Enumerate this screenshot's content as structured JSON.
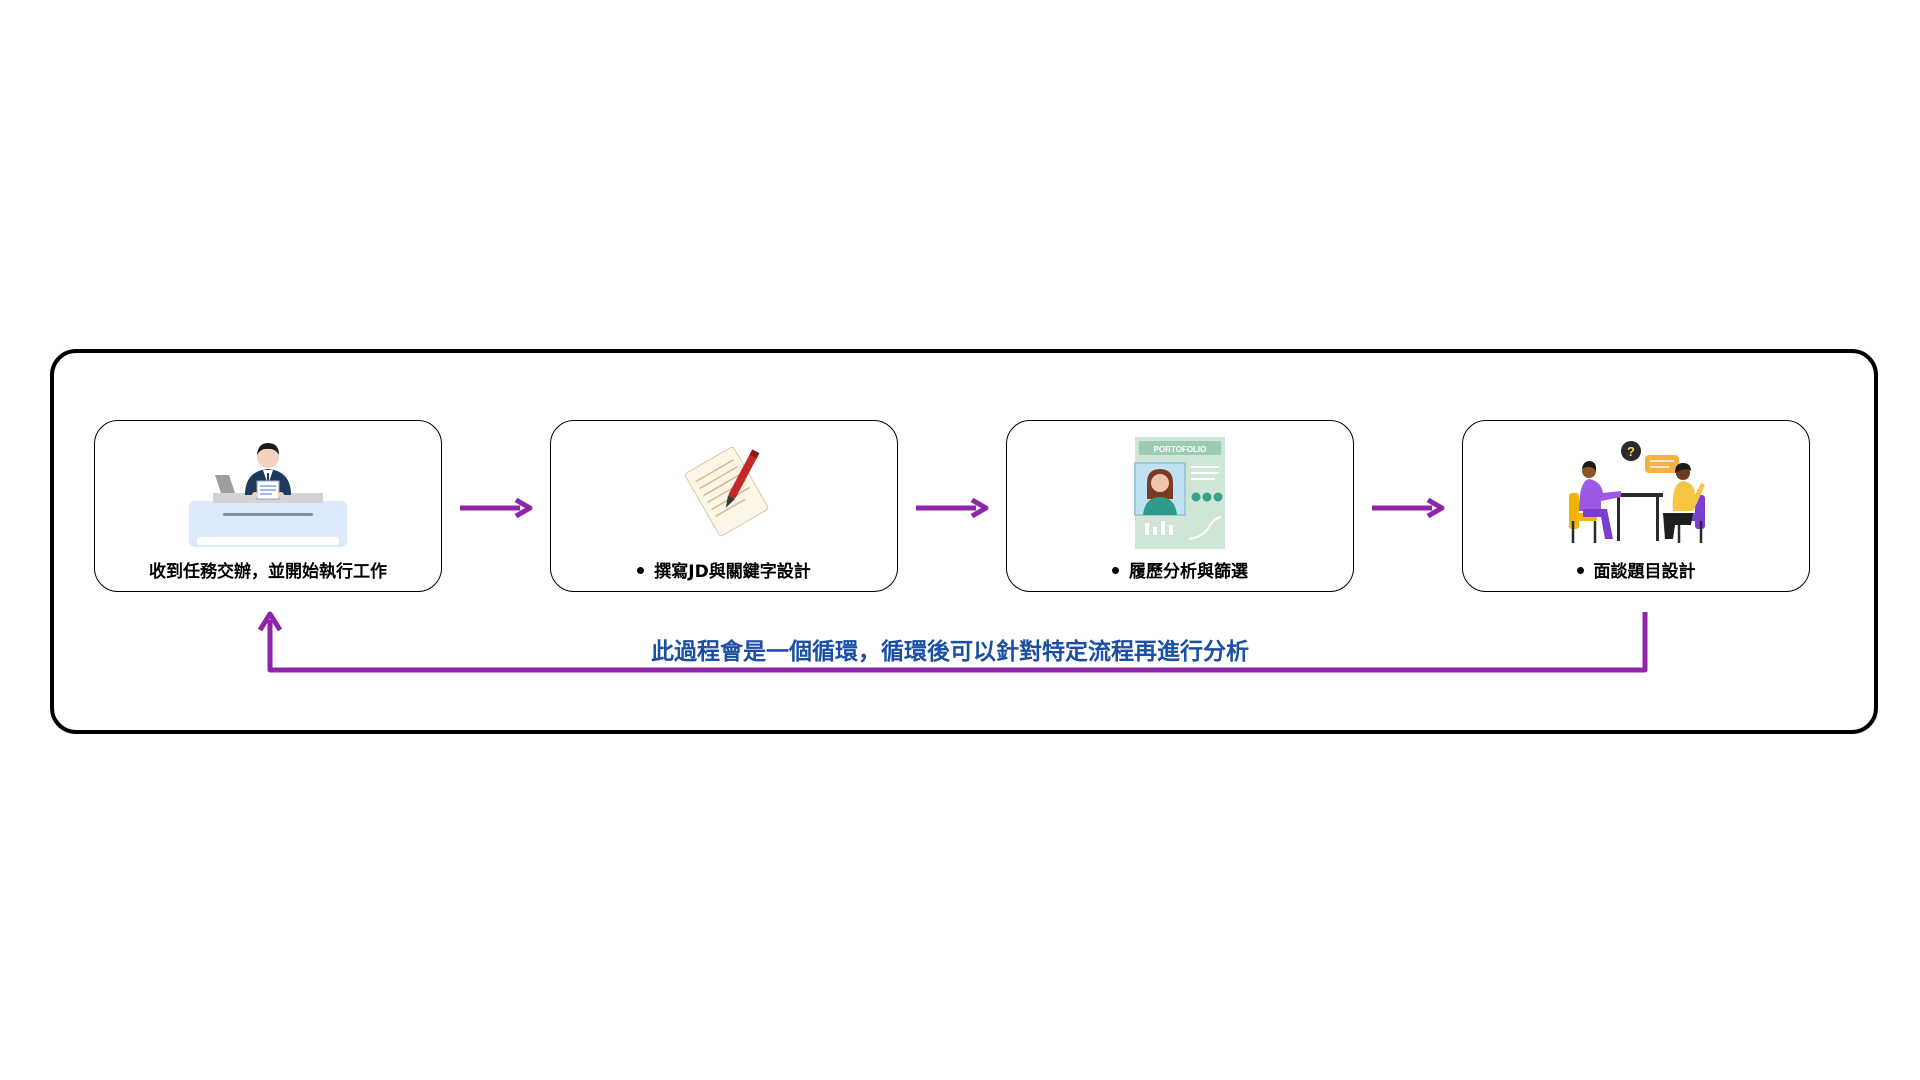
{
  "steps": [
    {
      "label": "收到任務交辦，並開始執行工作",
      "bullet": false
    },
    {
      "label": "撰寫JD與關鍵字設計",
      "bullet": true
    },
    {
      "label": "履歷分析與篩選",
      "bullet": true
    },
    {
      "label": "面談題目設計",
      "bullet": true
    }
  ],
  "illustration_text": {
    "portfolio": "PORTOFOLIO",
    "question_mark": "?"
  },
  "loop_text": "此過程會是一個循環，循環後可以針對特定流程再進行分析",
  "colors": {
    "arrow": "#8e24aa",
    "loop_text": "#1a4fa3",
    "border": "#000000"
  }
}
